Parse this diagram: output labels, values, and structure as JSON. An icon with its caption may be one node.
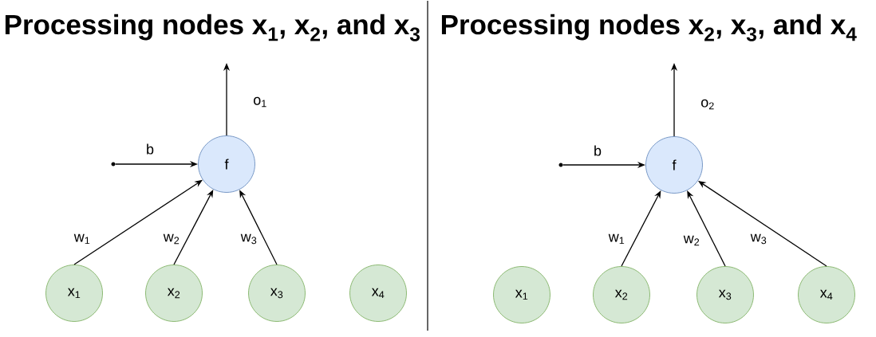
{
  "diagram": {
    "nodes": [
      {
        "text": [],
        "shape": "dot"
      },
      {
        "text": [
          "f"
        ]
      },
      {
        "text": [
          "x$_{1}$"
        ]
      },
      {
        "text": [
          "x$_{2}$"
        ]
      },
      {
        "text": [
          "x$_{3}$"
        ]
      },
      {
        "text": [
          "x$_{4}$"
        ]
      },
      {
        "text": [],
        "shape": "dot"
      },
      {
        "text": [
          "f"
        ]
      },
      {
        "text": [
          "x$_{1}$"
        ]
      },
      {
        "text": [
          "x$_{2}$"
        ]
      },
      {
        "text": [
          "x$_{3}$"
        ]
      },
      {
        "text": [
          "x$_{4}$"
        ]
      }
    ],
    "edges": [
      {
        "from": 0,
        "to": 1,
        "arrow": "to",
        "label": "b"
      },
      {
        "from": 1,
        "to": null,
        "arrow": "to",
        "label": "o$_{1}$"
      },
      {
        "from": 2,
        "to": 1,
        "arrow": "to",
        "label": "w$_{1}$"
      },
      {
        "from": 3,
        "to": 1,
        "arrow": "to",
        "label": "w$_{2}$"
      },
      {
        "from": 4,
        "to": 1,
        "arrow": "to",
        "label": "w$_{3}$"
      },
      {
        "from": 6,
        "to": 7,
        "arrow": "to",
        "label": "b"
      },
      {
        "from": 7,
        "to": null,
        "arrow": "to",
        "label": "o$_{2}$"
      },
      {
        "from": 9,
        "to": 7,
        "arrow": "to",
        "label": "w$_{1}$"
      },
      {
        "from": 10,
        "to": 7,
        "arrow": "to",
        "label": "w$_{2}$"
      },
      {
        "from": 11,
        "to": 7,
        "arrow": "to",
        "label": "w$_{3}$"
      }
    ],
    "labels": [
      "Processing nodes x$_{1}$, x$_{2}$, and x$_{3}$",
      "Processing nodes x$_{2}$, x$_{3}$, and x$_{4}$"
    ]
  }
}
